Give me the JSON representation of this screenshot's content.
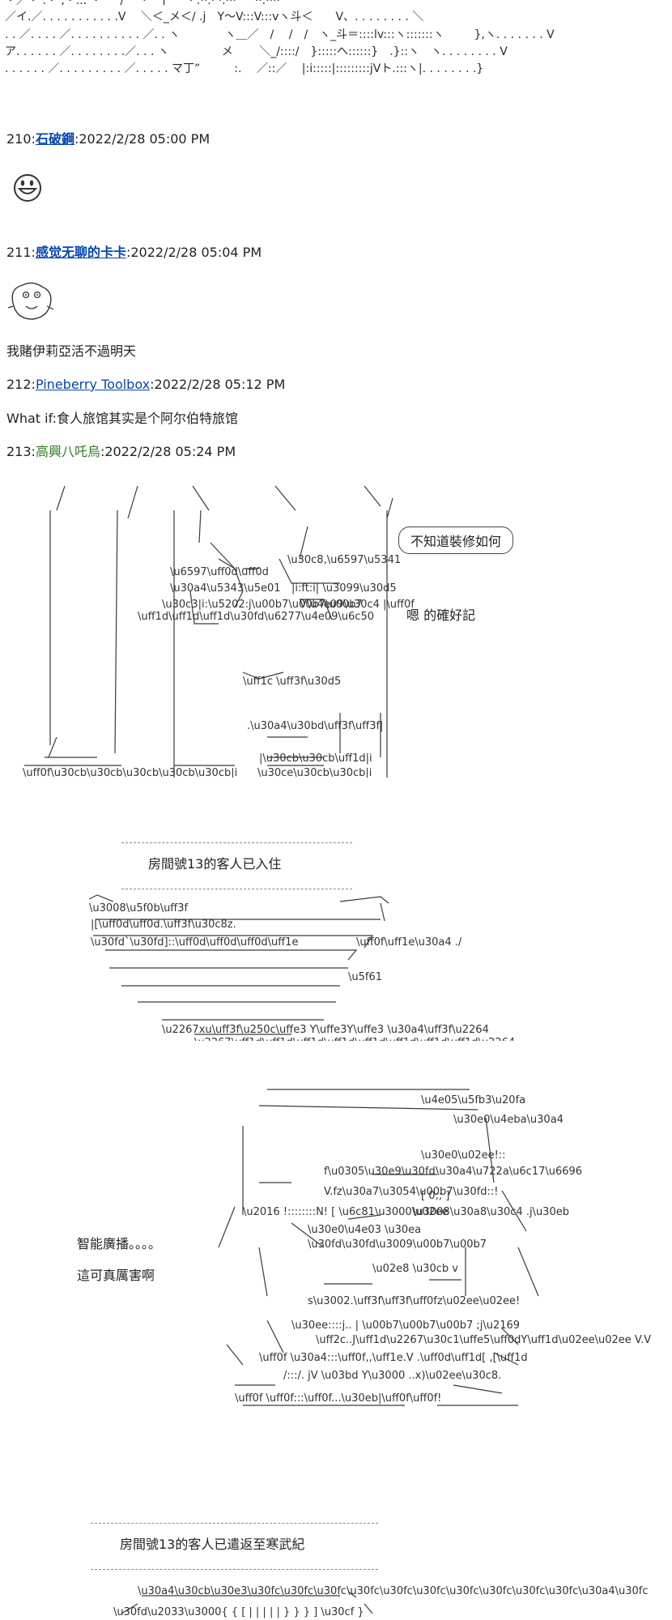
{
  "top_art": [
    "・／・ .・ ,・... ・ 　 / 　 ·　 † ｀ ・.··.· ·.··· 　 ··.····",
    "／イ.／. . . . . . . . . . .V 　＼＜_メ＜/ .j　Y～V:::V:::vヽ斗＜　　V、. . . . . . . . ＼",
    ". . ／. . . . ／. . . . . . . . . . ／. . ヽ 　 　 　ヽ＿／　/　 /　/　ヽ_斗＝::::lv:::ヽ:::::::ヽ　 　 },ヽ. . . . . . . V",
    "ア. . . . . . ／. . . . . . . .／. . . ヽ　　　 　 メ　　 ＼_/::::/　}:::::ヘ::::::}　.}::ヽ　ヽ. . . . . . . . V",
    ". . . . . . ／. . . . . . . . . ／. . . . . マ丁ˮ　　　:. 　／::／　 |:i:::::|:::::::::jVト.:::ヽ|. . . . . . . .}"
  ],
  "posts": [
    {
      "num": "210",
      "name": "石破鋼",
      "sep": ":",
      "time": "2022/2/28 05:00 PM"
    },
    {
      "num": "211",
      "name": "感觉无聊的卡卡",
      "sep": ":",
      "time": "2022/2/28 05:04 PM",
      "body": "我賭伊莉亞活不過明天"
    },
    {
      "num": "212",
      "name": "Pineberry Toolbox",
      "sep": ":",
      "time": "2022/2/28 05:12 PM",
      "body": "What if:食人旅馆其实是个阿尔伯特旅馆"
    },
    {
      "num": "213",
      "name": "高興八吒烏",
      "sep": ":",
      "time": "2022/2/28 05:24 PM"
    }
  ],
  "scene1": {
    "bubble": "不知道裝修如何",
    "line": "嗯 的確好記"
  },
  "sign1": "房間號13的客人已入住",
  "scene3": {
    "line1": "智能廣播。。。。",
    "line2": "這可真厲害啊"
  },
  "sign2": "房間號13的客人已遣返至寒武紀",
  "colors": {
    "link": "#0645ad",
    "green_name": "#2a7a1a",
    "text": "#222222"
  }
}
